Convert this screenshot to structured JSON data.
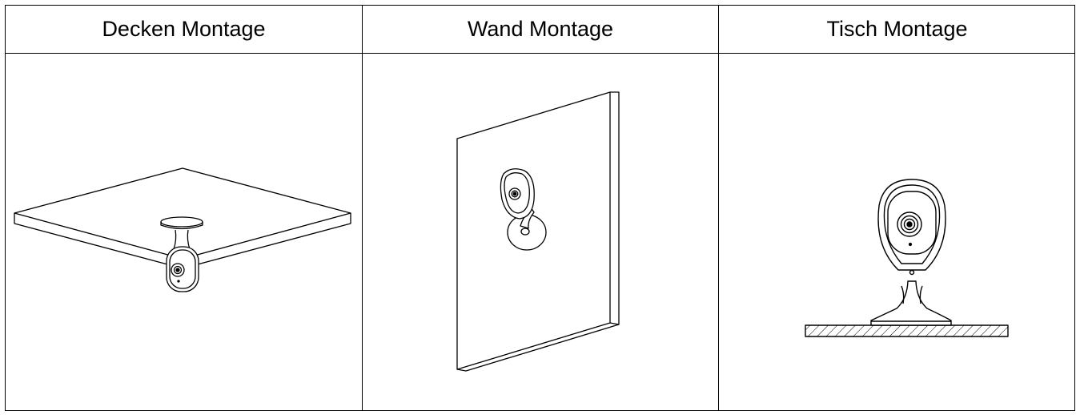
{
  "columns": [
    {
      "heading": "Decken Montage",
      "illustration": "ceiling-mount-camera"
    },
    {
      "heading": "Wand Montage",
      "illustration": "wall-mount-camera"
    },
    {
      "heading": "Tisch Montage",
      "illustration": "table-mount-camera"
    }
  ]
}
